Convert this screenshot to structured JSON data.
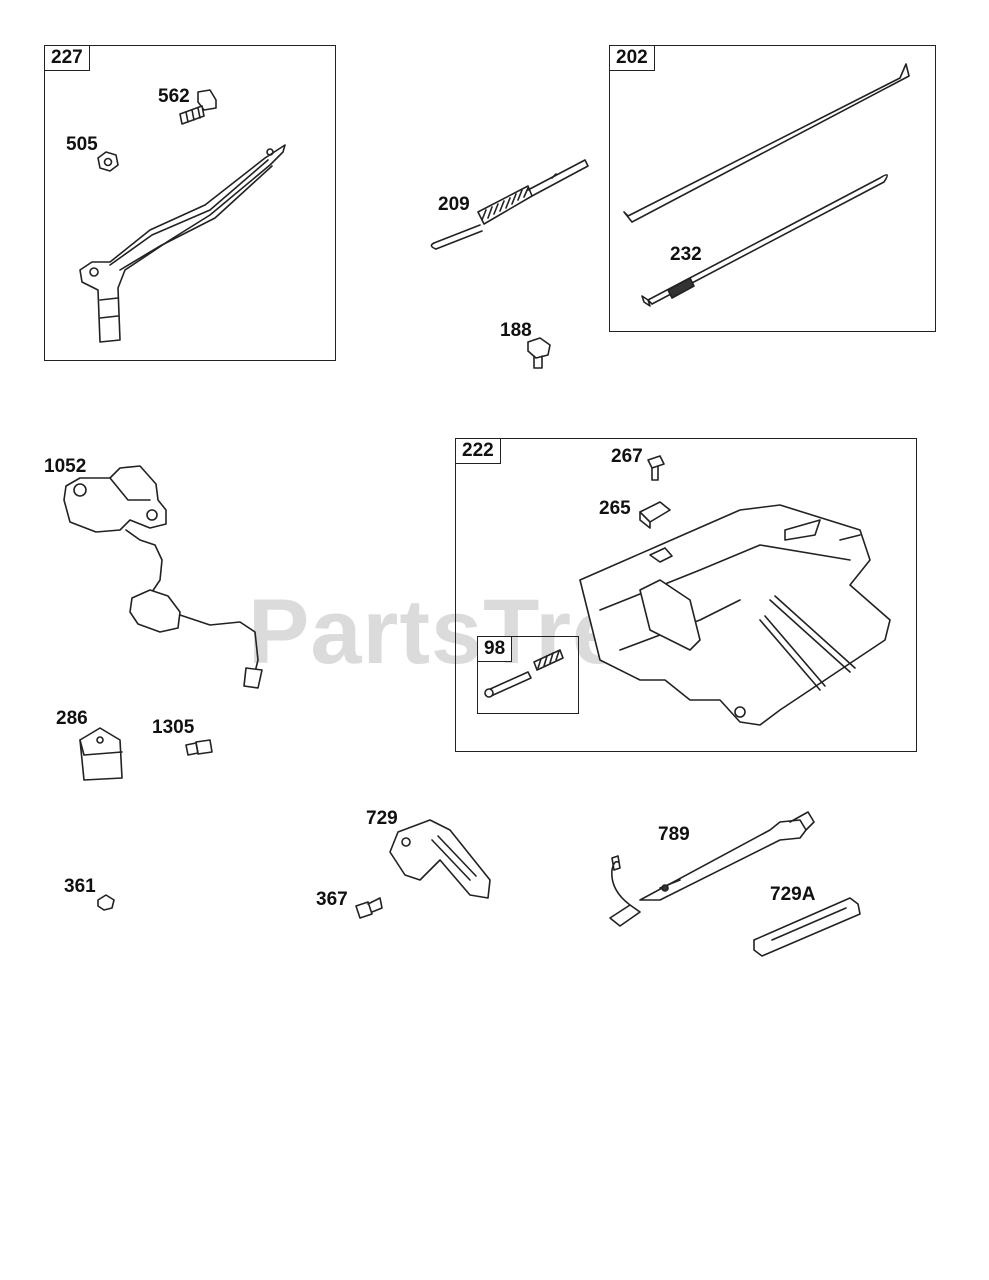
{
  "watermark": "PartsTree",
  "boxes": {
    "b227": "227",
    "b202": "202",
    "b222": "222",
    "b98": "98"
  },
  "labels": {
    "l562": "562",
    "l505": "505",
    "l209": "209",
    "l232": "232",
    "l188": "188",
    "l1052": "1052",
    "l267": "267",
    "l265": "265",
    "l286": "286",
    "l1305": "1305",
    "l729": "729",
    "l789": "789",
    "l729A": "729A",
    "l361": "361",
    "l367": "367"
  },
  "colors": {
    "line": "#222222",
    "watermark": "#cfcfcf"
  }
}
